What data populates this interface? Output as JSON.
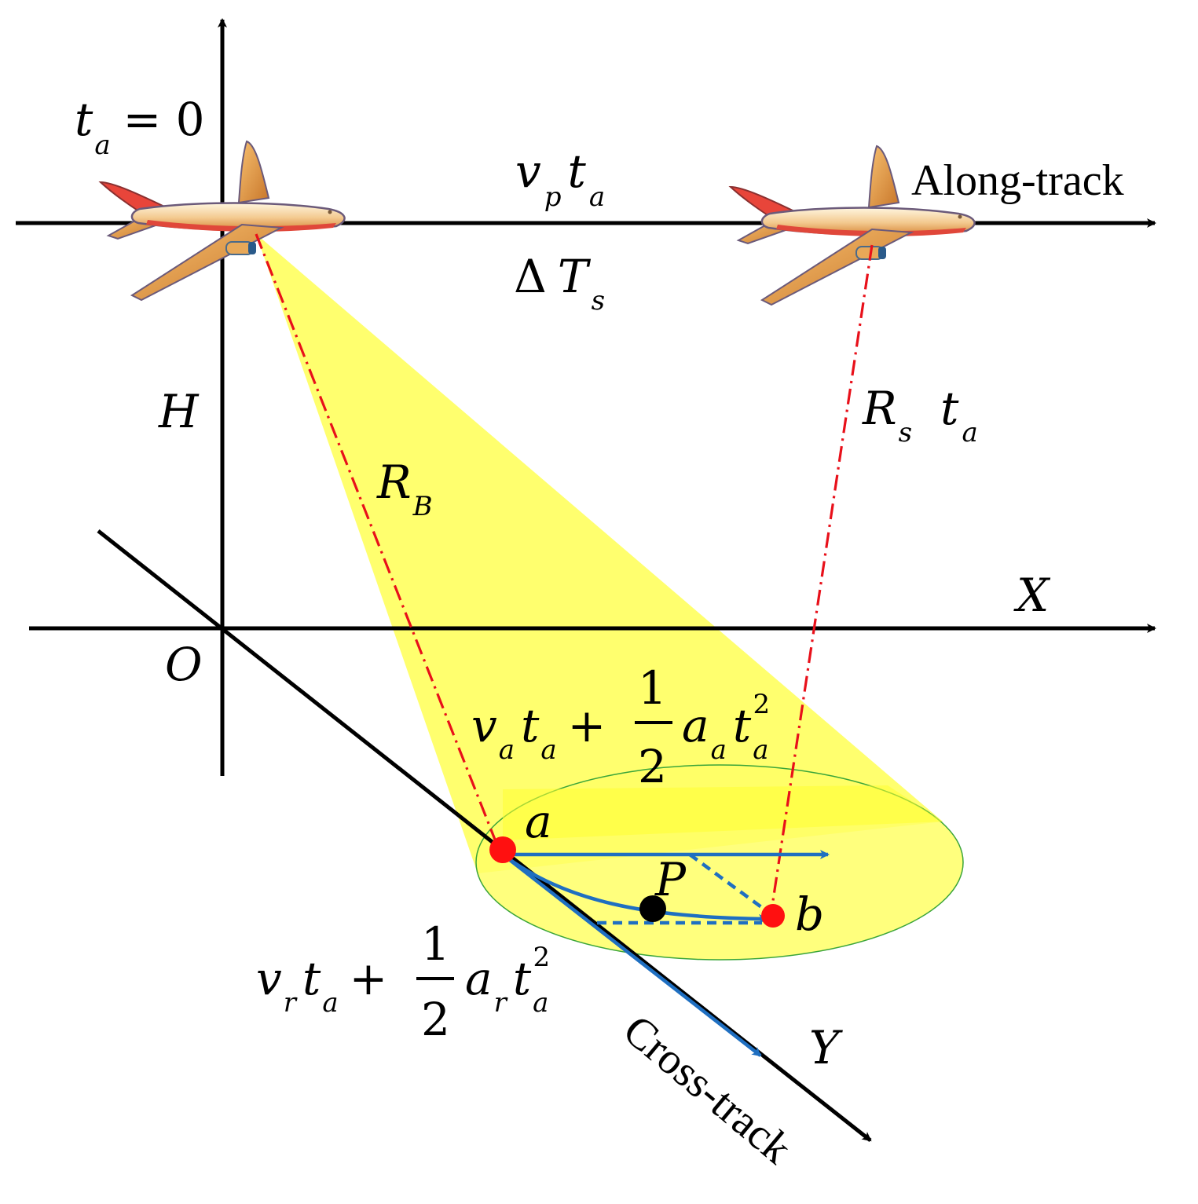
{
  "labels": {
    "ta_zero": {
      "t": "t",
      "sub": "a",
      "rest": "= 0"
    },
    "along_track": "Along-track",
    "vp_ta": {
      "v": "v",
      "vsub": "p",
      "t": "t",
      "tsub": "a"
    },
    "delta_ts": {
      "delta": "Δ",
      "T": "T",
      "sub": "s"
    },
    "H": "H",
    "RB": {
      "R": "R",
      "sub": "B"
    },
    "Rs_ta": {
      "R": "R",
      "Rsub": "s",
      "t": "t",
      "tsub": "a"
    },
    "X": "X",
    "O": "O",
    "Y": "Y",
    "cross_track": "Cross-track",
    "point_a": "a",
    "point_b": "b",
    "point_P": "P",
    "va_expr": {
      "v": "v",
      "vsub": "a",
      "t": "t",
      "tsub": "a",
      "plus": "+",
      "num": "1",
      "den": "2",
      "acc": "a",
      "accsub": "a",
      "t2": "t",
      "t2sub": "a",
      "pow": "2"
    },
    "vr_expr": {
      "v": "v",
      "vsub": "r",
      "t": "t",
      "tsub": "a",
      "plus": "+",
      "num": "1",
      "den": "2",
      "acc": "a",
      "accsub": "r",
      "t2": "t",
      "t2sub": "a",
      "pow": "2"
    }
  },
  "colors": {
    "beam": "#ffff55",
    "ellipse": "#ffff66",
    "ellipse_edge": "#3aa53a",
    "range_line": "#e8101a",
    "motion": "#1f6fc1",
    "target_red": "#ff1010",
    "target_black": "#000000"
  },
  "icons": [
    "airplane-icon-start",
    "airplane-icon-end"
  ]
}
